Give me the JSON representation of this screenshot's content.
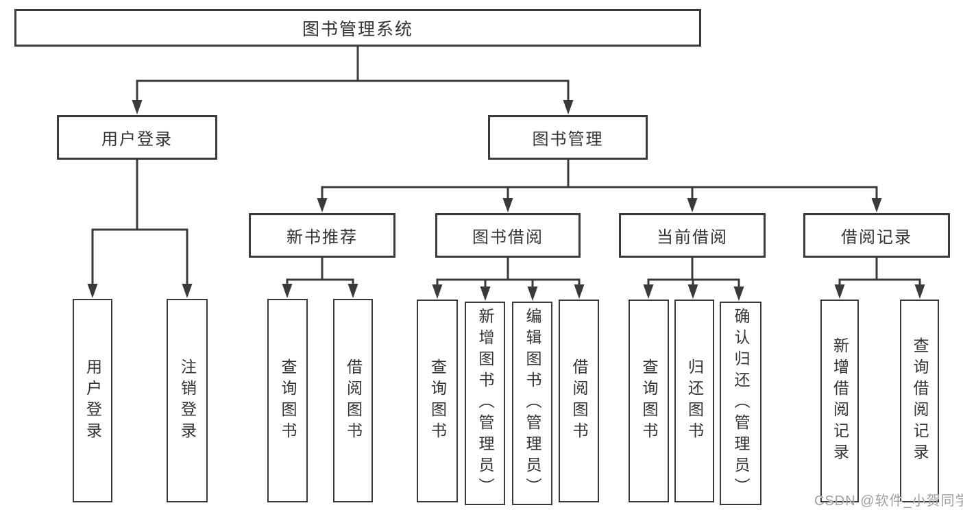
{
  "colors": {
    "line": "#3a3a3a",
    "text": "#333333",
    "box_fill": "#ffffff",
    "watermark": "#a0a0a0"
  },
  "tree": {
    "label": "图书管理系统",
    "children": [
      {
        "label": "用户登录",
        "children": [
          {
            "label": "用户登录"
          },
          {
            "label": "注销登录"
          }
        ]
      },
      {
        "label": "图书管理",
        "children": [
          {
            "label": "新书推荐",
            "children": [
              {
                "label": "查询图书"
              },
              {
                "label": "借阅图书"
              }
            ]
          },
          {
            "label": "图书借阅",
            "children": [
              {
                "label": "查询图书"
              },
              {
                "label": "新增图书（管理员）"
              },
              {
                "label": "编辑图书（管理员）"
              },
              {
                "label": "借阅图书"
              }
            ]
          },
          {
            "label": "当前借阅",
            "children": [
              {
                "label": "查询图书"
              },
              {
                "label": "归还图书"
              },
              {
                "label": "确认归还（管理员）"
              }
            ]
          },
          {
            "label": "借阅记录",
            "children": [
              {
                "label": "新增借阅记录"
              },
              {
                "label": "查询借阅记录"
              }
            ]
          }
        ]
      }
    ]
  },
  "watermark": "CSDN @软件_小贺同学"
}
